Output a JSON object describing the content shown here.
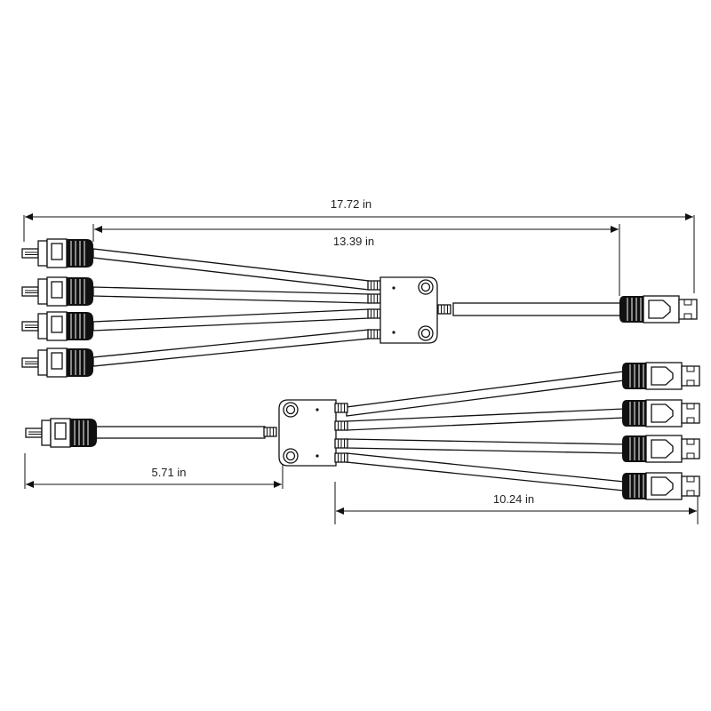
{
  "dimensions": {
    "overall_length": "17.72 in",
    "branch_length_top": "13.39 in",
    "trunk_length_bottom": "5.71 in",
    "branch_length_bottom": "10.24  in"
  },
  "colors": {
    "ink": "#111111",
    "text": "#222222",
    "background": "#ffffff"
  },
  "assemblies": [
    {
      "name": "male-branch-assembly",
      "branch_count": 4,
      "trunk_connector": "female-connector",
      "branch_connector": "male-connector"
    },
    {
      "name": "female-branch-assembly",
      "branch_count": 4,
      "trunk_connector": "male-connector",
      "branch_connector": "female-connector"
    }
  ]
}
